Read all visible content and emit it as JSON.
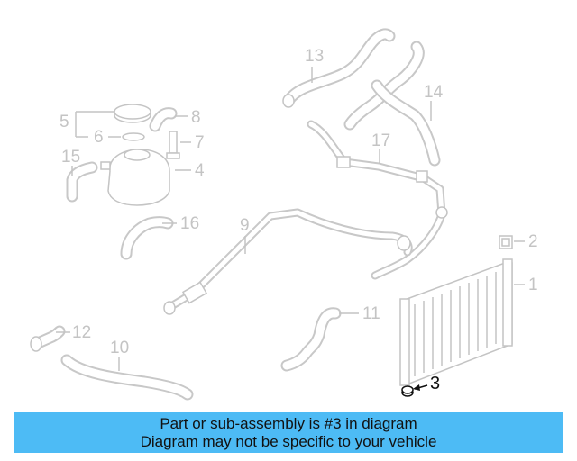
{
  "callouts": {
    "c1": "1",
    "c2": "2",
    "c3": "3",
    "c4": "4",
    "c5": "5",
    "c6": "6",
    "c7": "7",
    "c8": "8",
    "c9": "9",
    "c10": "10",
    "c11": "11",
    "c12": "12",
    "c13": "13",
    "c14": "14",
    "c15": "15",
    "c16": "16",
    "c17": "17"
  },
  "highlighted_part": "3",
  "colors": {
    "banner": "#4dbbf5",
    "highlight": "#111111",
    "faded": "#c4c4c4"
  },
  "banner": {
    "line1": "Part or sub-assembly is #3 in diagram",
    "line2": "Diagram may not be specific to your vehicle"
  }
}
